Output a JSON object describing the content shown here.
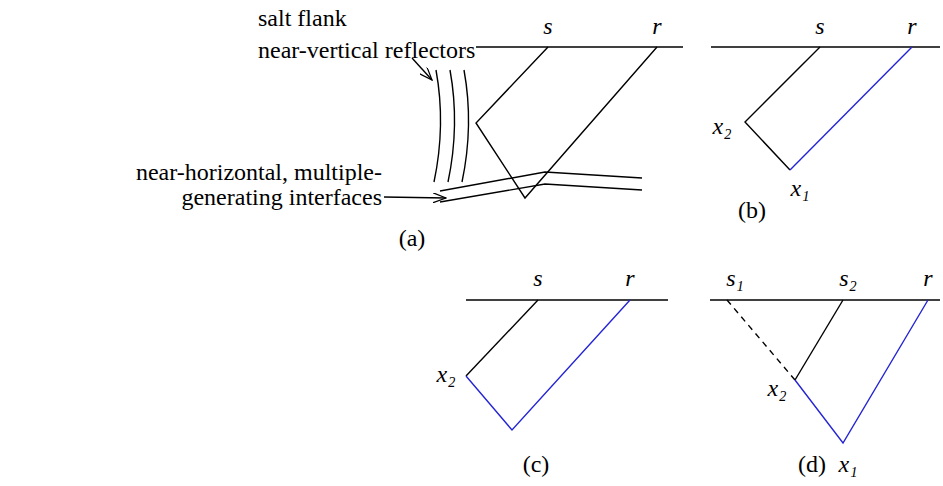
{
  "diagram": {
    "labels": [
      "salt flank",
      "near-vertical reflectors",
      "s",
      "r",
      "near-horizontal, multiple-generating interfaces",
      "(a)",
      "s",
      "r",
      "x₂",
      "x₁",
      "(b)",
      "s",
      "r",
      "x₂",
      "(c)",
      "s₁",
      "s₂",
      "r",
      "x₂",
      "x₁",
      "(d)"
    ]
  }
}
